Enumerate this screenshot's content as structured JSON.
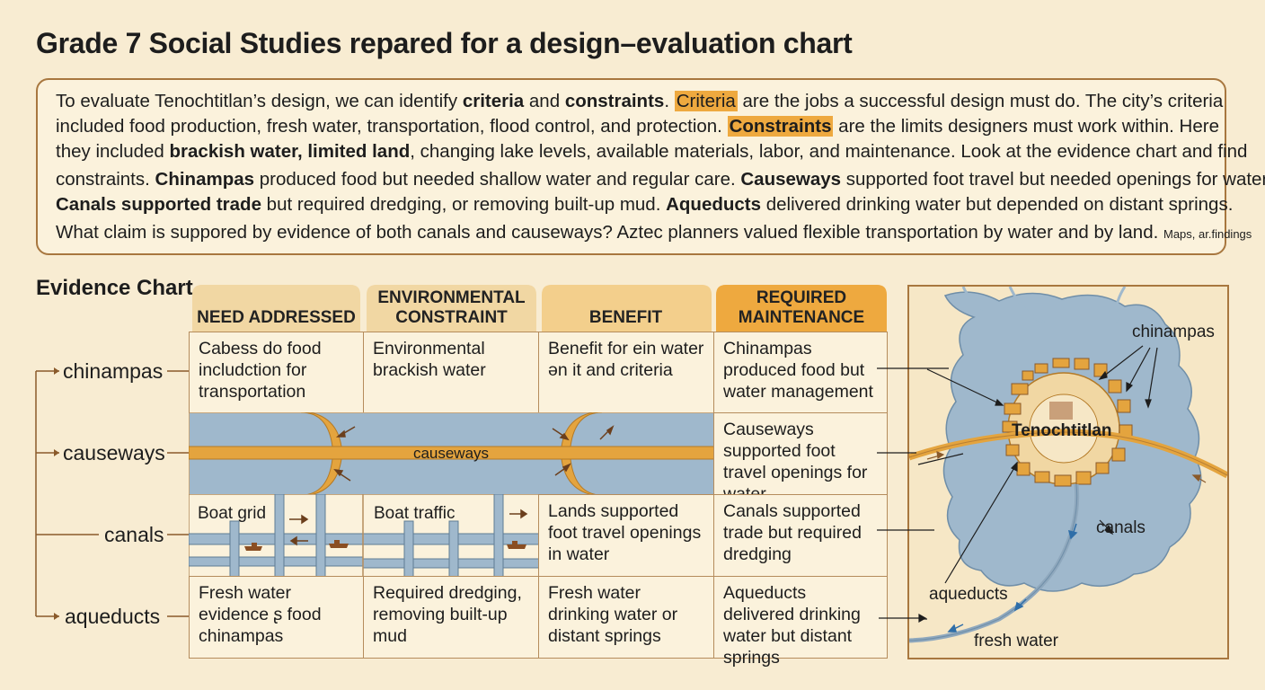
{
  "title": "Grade 7 Social Studies repared for a design–evaluation chart",
  "intro": {
    "line1": {
      "a": "To evaluate Tenochtitlan’s design, we can identify ",
      "b": "criteria",
      "c": " and ",
      "d": "constraints",
      "e": ". ",
      "f": "Criteria",
      "g": " are the jobs a successful design must do. The city’s criteria"
    },
    "line2": {
      "a": "included food production, fresh water, transportation, flood control, and protection. ",
      "b": "Constraints",
      "c": " are the limits designers must work within. Here"
    },
    "line3": {
      "a": "they included ",
      "b": "brackish water, limited land",
      "c": ", changing lake levels, available materials, labor, and maintenance. Look at the evidence chart and find"
    },
    "line4": {
      "a": "constraints. ",
      "b": "Chinampas",
      "c": " produced food but needed shallow water and regular care. ",
      "d": "Causeways",
      "e": " supported foot travel but needed openings for water."
    },
    "line5": {
      "a": "Canals",
      "b": "  supported trade",
      "c": " but required dredging, or removing built-up mud. ",
      "d": "Aqueducts",
      "e": " delivered drinking water but depended on distant springs."
    },
    "line6": {
      "a": "What claim is suppored by evidence of both canals and causeways? Aztec planners valued flexible transportation by water and by land. ",
      "b": "Maps, ar.findings"
    }
  },
  "evidence_label": "Evidence Chart",
  "columns": [
    "NEED ADDRESSED",
    "ENVIRONMENTAL CONSTRAINT",
    "BENEFIT",
    "REQUIRED MAINTENANCE"
  ],
  "rows": {
    "chinampas": {
      "label": "chinampas",
      "need": "Cabess do food includction for transportation",
      "constraint": "Environmental brackish water",
      "benefit": "Benefit for ein water ən it and criteria",
      "maintenance": "Chinampas produced food but water management"
    },
    "causeways": {
      "label": "causeways",
      "band_label": "causeways",
      "maintenance": "Causeways supported foot travel openings for water"
    },
    "canals": {
      "label": "canals",
      "grid1": "Boat grid",
      "grid2": "Boat traffic",
      "benefit": "Lands supported foot travel openings in water",
      "maintenance": "Canals supported trade but required dredging"
    },
    "aqueducts": {
      "label": "aqueducts",
      "need": "Fresh water evidence ʂ food chinampas",
      "constraint": "Required dredging, removing built-up mud",
      "benefit": "Fresh water drinking water or distant springs",
      "maintenance": "Aqueducts delivered drinking water but distant springs"
    }
  },
  "map": {
    "city": "Tenochtitlan",
    "chinampas": "chinampas",
    "canals": "canals",
    "aqueducts": "aqueducts",
    "fresh_water": "fresh water"
  },
  "colors": {
    "accent": "#eea93f",
    "water": "#9fb8cc",
    "road": "#e4a43e",
    "header": "#f1d7a3",
    "border": "#a8773f"
  }
}
